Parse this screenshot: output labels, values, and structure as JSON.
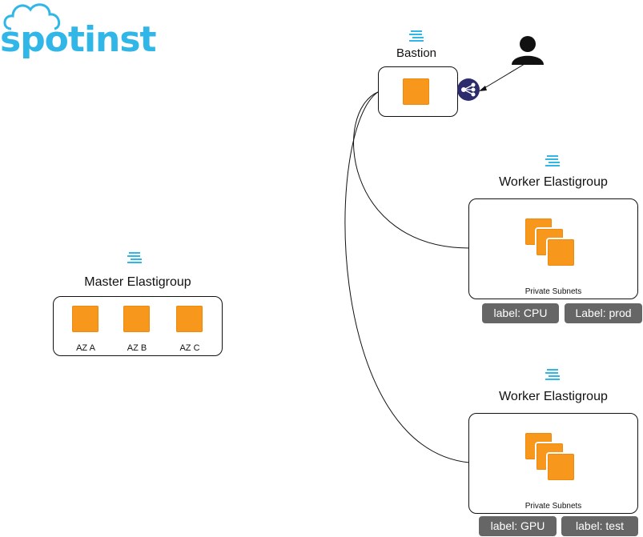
{
  "logo": {
    "text": "spotinst"
  },
  "bastion": {
    "title": "Bastion"
  },
  "master": {
    "title": "Master Elastigroup",
    "zones": [
      "AZ A",
      "AZ B",
      "AZ C"
    ]
  },
  "workers": [
    {
      "title": "Worker Elastigroup",
      "subnet": "Private Subnets",
      "labels": [
        "label: CPU",
        "Label: prod"
      ]
    },
    {
      "title": "Worker Elastigroup",
      "subnet": "Private Subnets",
      "labels": [
        "label: GPU",
        "label: test"
      ]
    }
  ],
  "icons": {
    "elastigroup": "elastigroup-icon",
    "user": "user-icon",
    "load_balancer": "load-balancer-icon",
    "instance": "ec2-instance-icon",
    "instances": "ec2-instances-icon"
  },
  "colors": {
    "brand": "#30b7e8",
    "instance": "#f7981d",
    "tag": "#666666",
    "load_balancer": "#2c2b6e"
  }
}
